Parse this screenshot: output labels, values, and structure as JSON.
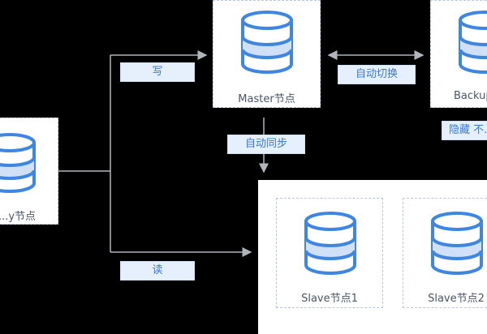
{
  "nodes": {
    "proxy": {
      "label": "...y节点"
    },
    "master": {
      "label": "Master节点"
    },
    "backup": {
      "label": "Backup..."
    },
    "slave1": {
      "label": "Slave节点1"
    },
    "slave2": {
      "label": "Slave节点2"
    }
  },
  "edges": {
    "write": "写",
    "read": "读",
    "auto_switch": "自动切换",
    "auto_sync": "自动同步",
    "hidden": "隐藏 不..."
  },
  "colors": {
    "background": "#000000",
    "node_border": "#b9c7da",
    "db_blue": "#3f86e0",
    "db_light": "#cfe0f7",
    "chip_bg": "#e6f0fc",
    "chip_text": "#3a78d6",
    "line": "#8a8f96"
  },
  "icons": [
    "database-icon"
  ]
}
